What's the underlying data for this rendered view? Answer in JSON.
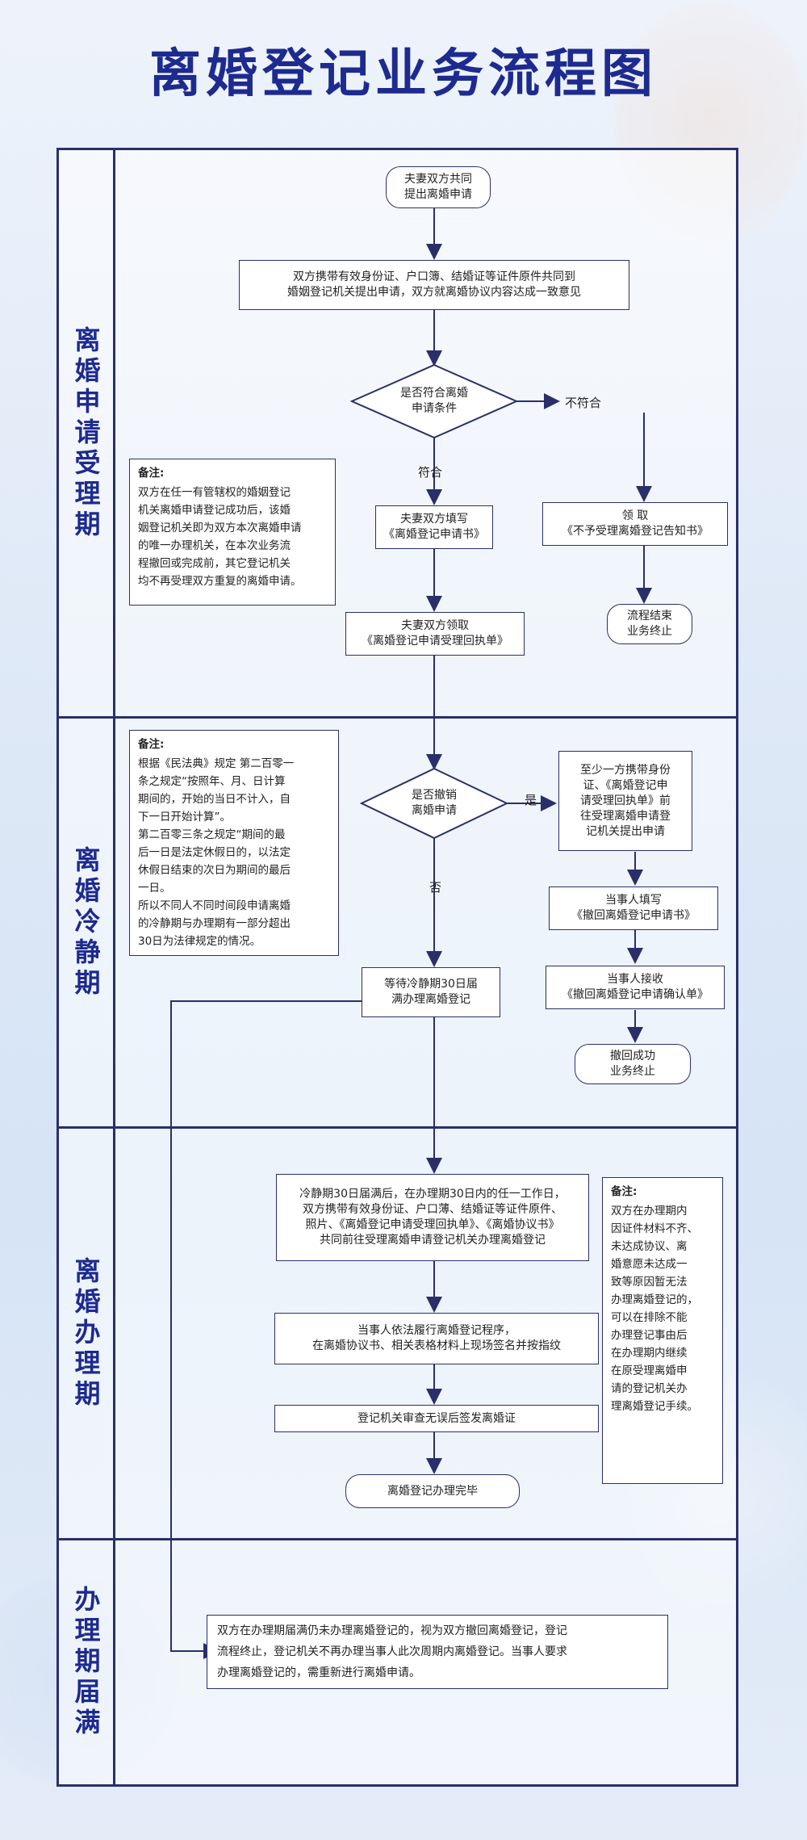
{
  "title": "离婚登记业务流程图",
  "phases": [
    "离婚申请受理期",
    "离婚冷静期",
    "离婚办理期",
    "办理期届满"
  ],
  "stage1": {
    "start": [
      "夫妻双方共同",
      "提出离婚申请"
    ],
    "submit": [
      "双方携带有效身份证、户口簿、结婚证等证件原件共同到",
      "婚姻登记机关提出申请，双方就离婚协议内容达成一致意见"
    ],
    "decision": [
      "是否符合离婚",
      "申请条件"
    ],
    "no_label": "不符合",
    "yes_label": "符合",
    "fill": [
      "夫妻双方填写",
      "《离婚登记申请书》"
    ],
    "receive": [
      "夫妻双方领取",
      "《离婚登记申请受理回执单》"
    ],
    "reject": [
      "领  取",
      "《不予受理离婚登记告知书》"
    ],
    "end": [
      "流程结束",
      "业务终止"
    ],
    "note_title": "备注:",
    "note_lines": [
      "双方在任一有管辖权的婚姻登记",
      "机关离婚申请登记成功后，该婚",
      "姻登记机关即为双方本次离婚申请",
      "的唯一办理机关，在本次业务流",
      "程撤回或完成前，其它登记机关",
      "均不再受理双方重复的离婚申请。"
    ]
  },
  "stage2": {
    "decision": [
      "是否撤销",
      "离婚申请"
    ],
    "yes_label": "是",
    "no_label": "否",
    "withdraw_submit": [
      "至少一方携带身份",
      "证、《离婚登记申",
      "请受理回执单》前",
      "往受理离婚申请登",
      "记机关提出申请"
    ],
    "withdraw_fill": [
      "当事人填写",
      "《撤回离婚登记申请书》"
    ],
    "withdraw_confirm": [
      "当事人接收",
      "《撤回离婚登记申请确认单》"
    ],
    "withdraw_end": [
      "撤回成功",
      "业务终止"
    ],
    "wait": [
      "等待冷静期30日届",
      "满办理离婚登记"
    ],
    "note_title": "备注:",
    "note_lines": [
      "根据《民法典》规定 第二百零一",
      "条之规定“按照年、月、日计算",
      "期间的，开始的当日不计入，自",
      "下一日开始计算”。",
      "第二百零三条之规定“期间的最",
      "后一日是法定休假日的，以法定",
      "休假日结束的次日为期间的最后",
      "一日。",
      "所以不同人不同时间段申请离婚",
      "的冷静期与办理期有一部分超出",
      "30日为法律规定的情况。"
    ]
  },
  "stage3": {
    "submit": [
      "冷静期30日届满后，在办理期30日内的任一工作日，",
      "双方携带有效身份证、户口薄、结婚证等证件原件、",
      "照片、《离婚登记申请受理回执单》、《离婚协议书》",
      "共同前往受理离婚申请登记机关办理离婚登记"
    ],
    "sign": [
      "当事人依法履行离婚登记程序，",
      "在离婚协议书、相关表格材料上现场签名并按指纹"
    ],
    "review": [
      "登记机关审查无误后签发离婚证"
    ],
    "done": [
      "离婚登记办理完毕"
    ],
    "note_title": "备注:",
    "note_lines": [
      "双方在办理期内",
      "因证件材料不齐、",
      "未达成协议、离",
      "婚意愿未达成一",
      "致等原因暂无法",
      "办理离婚登记的，",
      "可以在排除不能",
      "办理登记事由后",
      "在办理期内继续",
      "在原受理离婚申",
      "请的登记机关办",
      "理离婚登记手续。"
    ]
  },
  "stage4": {
    "expired": [
      "双方在办理期届满仍未办理离婚登记的，视为双方撤回离婚登记，登记",
      "流程终止，登记机关不再办理当事人此次周期内离婚登记。当事人要求",
      "办理离婚登记的，需重新进行离婚申请。"
    ]
  },
  "colors": {
    "title": "#1d2a8f",
    "line": "#2a2f6a"
  }
}
